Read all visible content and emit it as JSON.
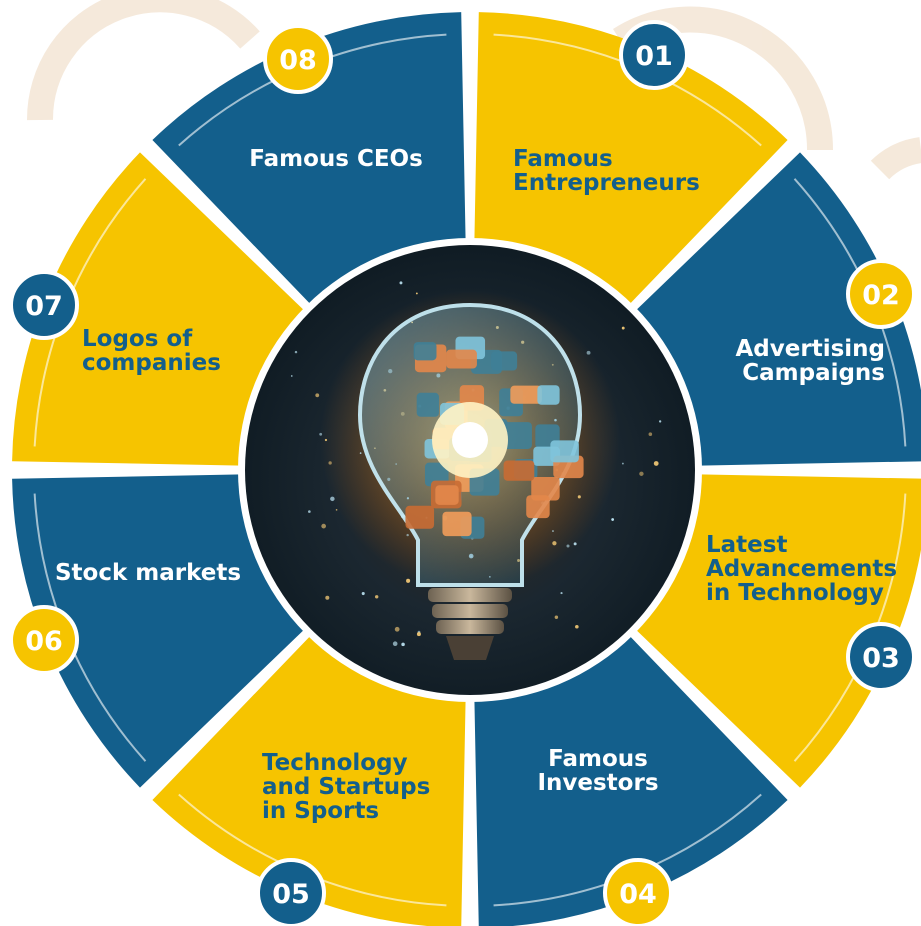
{
  "colors": {
    "blue": "#135f8c",
    "yellow": "#f6c400",
    "white": "#ffffff",
    "watermark": "#f3e4d2"
  },
  "segments": [
    {
      "number": "01",
      "lines": [
        "Famous",
        "Entrepreneurs"
      ],
      "color": "yellow"
    },
    {
      "number": "02",
      "lines": [
        "Advertising",
        "Campaigns"
      ],
      "color": "blue"
    },
    {
      "number": "03",
      "lines": [
        "Latest",
        "Advancements",
        "in Technology"
      ],
      "color": "yellow"
    },
    {
      "number": "04",
      "lines": [
        "Famous",
        "Investors"
      ],
      "color": "blue"
    },
    {
      "number": "05",
      "lines": [
        "Technology",
        "and Startups",
        "in Sports"
      ],
      "color": "yellow"
    },
    {
      "number": "06",
      "lines": [
        "Stock markets"
      ],
      "color": "blue"
    },
    {
      "number": "07",
      "lines": [
        "Logos of",
        "companies"
      ],
      "color": "yellow"
    },
    {
      "number": "08",
      "lines": [
        "Famous CEOs"
      ],
      "color": "blue"
    }
  ],
  "center_image": {
    "icon": "lightbulb-puzzle-icon"
  }
}
